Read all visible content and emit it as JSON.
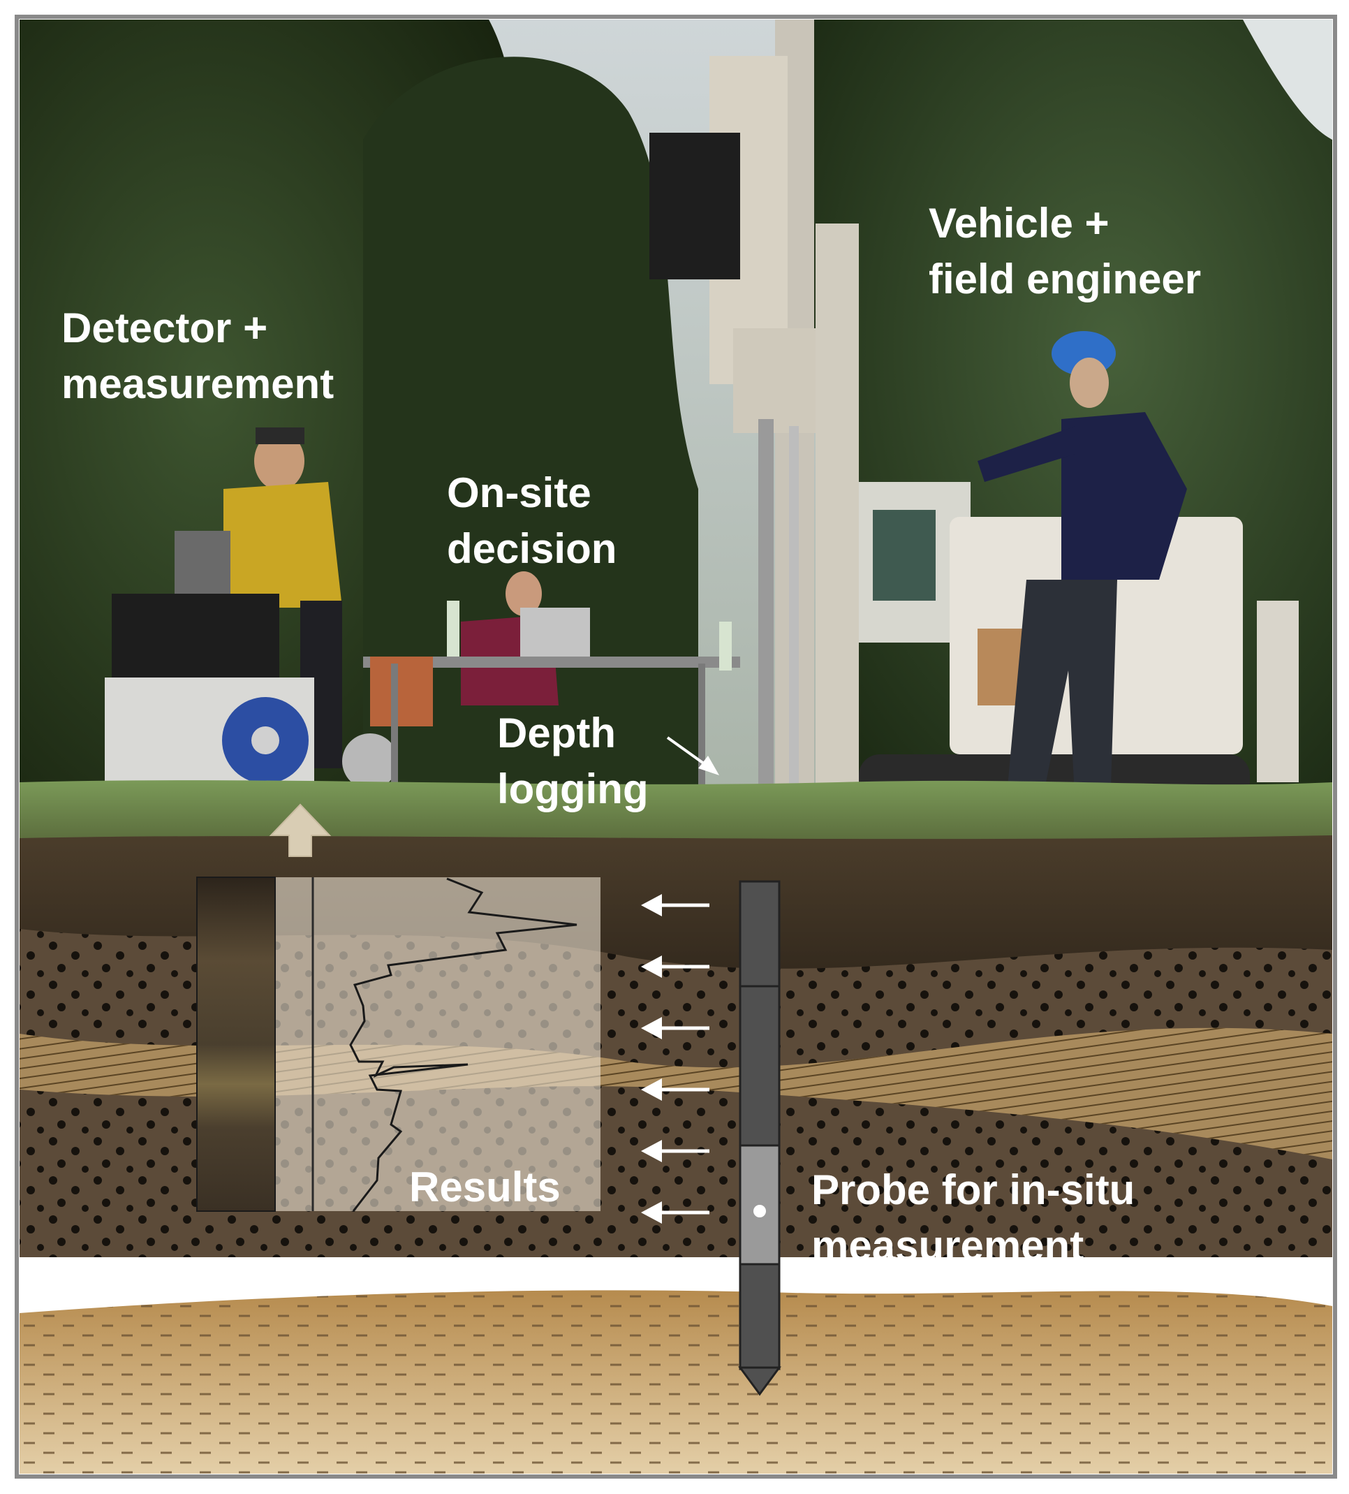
{
  "labels": {
    "detector_line1": "Detector +",
    "detector_line2": "measurement",
    "onsite_line1": "On-site",
    "onsite_line2": "decision",
    "vehicle_line1": "Vehicle +",
    "vehicle_line2": "field engineer",
    "depth_line1": "Depth",
    "depth_line2": "logging",
    "results": "Results",
    "probe_line1": "Probe for in-situ",
    "probe_line2": "measurement"
  },
  "colors": {
    "frame": "#8a8a8a",
    "sky": "#cfd6d8",
    "foliage_dark": "#1f2b1a",
    "foliage_mid": "#34462a",
    "grass": "#6f8c4e",
    "topsoil": "#3b2e22",
    "gravel_layer": "#5a4a38",
    "sand_hatched": "#a5875a",
    "bottom_sand": "#c9a46e",
    "results_panel": "#d9cdbb",
    "probe": "#4a4a4a",
    "text": "#ffffff"
  },
  "icons": {
    "up_arrow": "up-arrow-icon",
    "left_arrows": "left-arrow-icon",
    "pointer_arrow": "pointer-arrow-icon"
  }
}
